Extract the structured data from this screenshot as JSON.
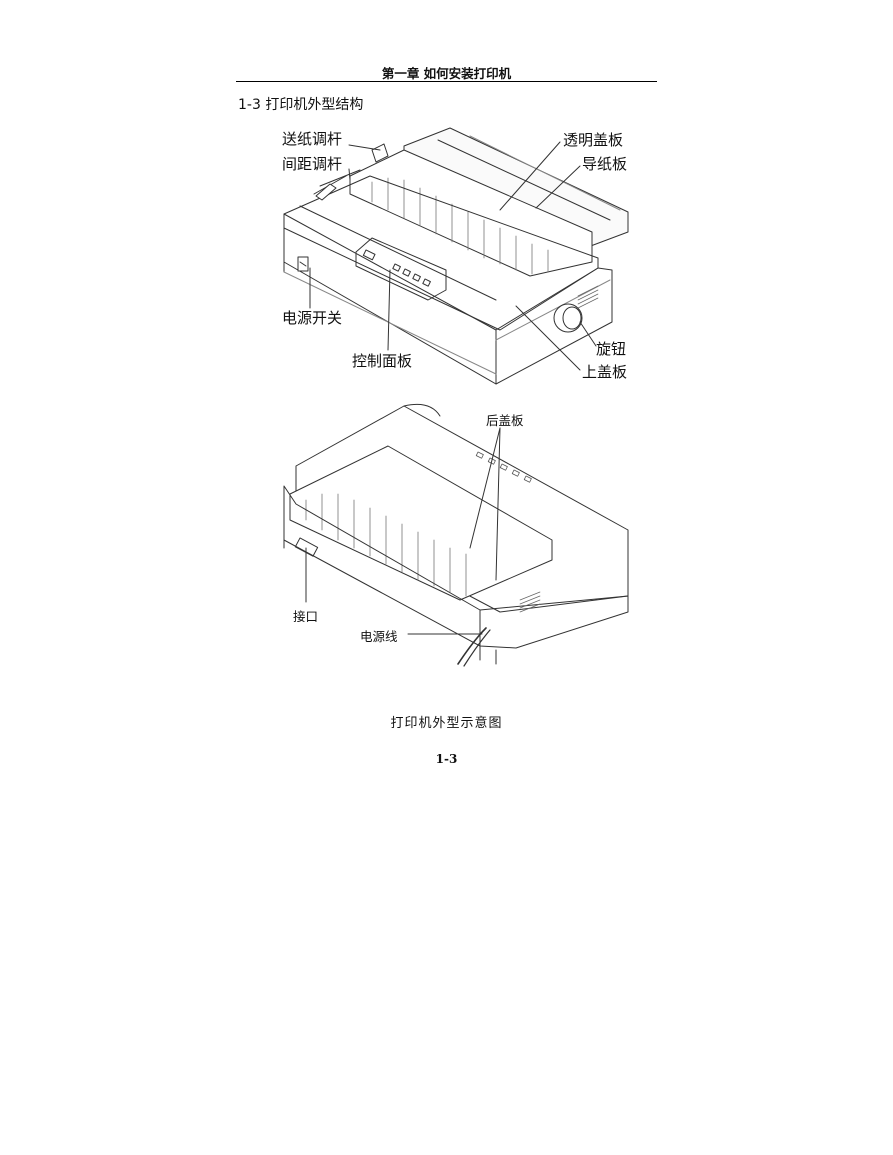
{
  "header": {
    "chapter_title": "第一章 如何安装打印机"
  },
  "section": {
    "title": "1-3 打印机外型结构"
  },
  "front_view": {
    "labels": {
      "paper_feed_lever": "送纸调杆",
      "gap_lever": "间距调杆",
      "transparent_cover": "透明盖板",
      "paper_guide": "导纸板",
      "power_switch": "电源开关",
      "control_panel": "控制面板",
      "knob": "旋钮",
      "top_cover": "上盖板"
    }
  },
  "rear_view": {
    "labels": {
      "rear_cover": "后盖板",
      "interface": "接口",
      "power_cord": "电源线"
    }
  },
  "caption": "打印机外型示意图",
  "footer": {
    "page_number": "1-3"
  }
}
